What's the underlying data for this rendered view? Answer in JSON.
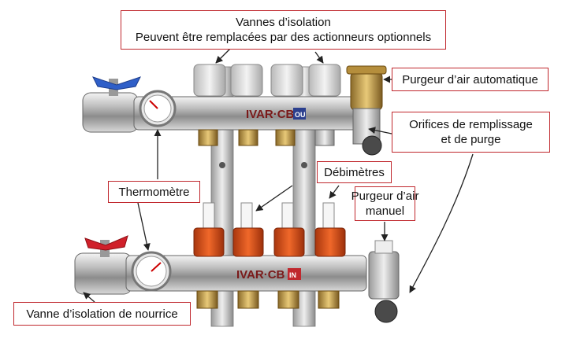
{
  "labels": {
    "isolation_valves": {
      "line1": "Vannes d’isolation",
      "line2": "Peuvent être remplacées par des actionneurs optionnels"
    },
    "auto_air_vent": "Purgeur d’air automatique",
    "fill_drain_ports": {
      "line1": "Orifices de remplissage",
      "line2": "et de purge"
    },
    "flowmeters": "Débimètres",
    "thermometer": "Thermomètre",
    "manual_air_vent": {
      "line1": "Purgeur d’air",
      "line2": "manuel"
    },
    "manifold_isolation_valve": "Vanne d’isolation de nourrice"
  },
  "branding": {
    "top_manifold_logo": "IVAR·CB",
    "top_manifold_tag": "OU",
    "bottom_manifold_logo": "IVAR·CB",
    "bottom_manifold_tag": "IN"
  },
  "colors": {
    "callout_border": "#c0272d",
    "blue_handle": "#2f5fc8",
    "red_handle": "#d0202a",
    "flowmeter_orange": "#e2561c"
  }
}
